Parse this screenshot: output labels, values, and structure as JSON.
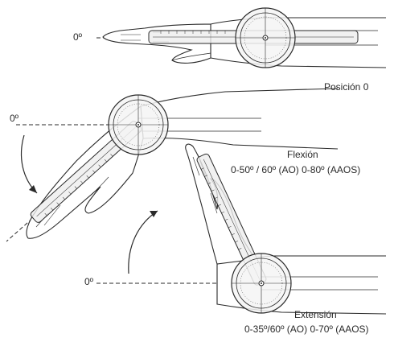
{
  "labels": {
    "zero_top": "0º",
    "zero_middle": "0º",
    "zero_bottom": "0º",
    "position_zero": "Posición 0",
    "flexion_title": "Flexión",
    "flexion_range": "0-50º / 60º (AO) 0-80º (AAOS)",
    "extension_title": "Extensión",
    "extension_range": "0-35º/60º (AO) 0-70º (AAOS)"
  },
  "colors": {
    "ink": "#2a2a2a",
    "skin_shade": "#d9d9d9",
    "goniometer": "#f2f2f2"
  }
}
